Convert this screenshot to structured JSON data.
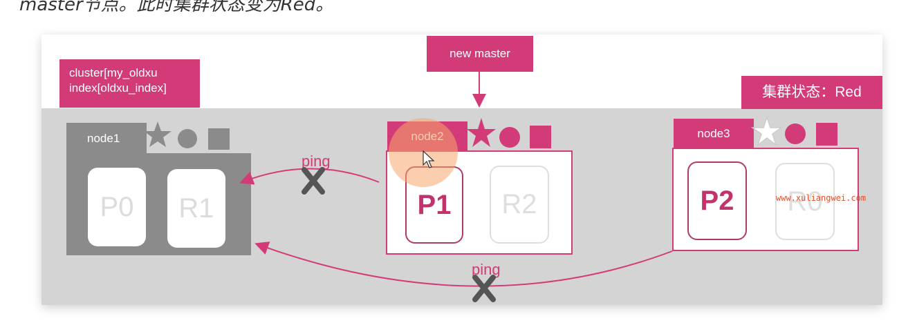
{
  "caption": "master节点。此时集群状态变为Red。",
  "cluster_label": {
    "line1": "cluster[my_oldxu",
    "line2": "index[oldxu_index]"
  },
  "new_master_label": "new master",
  "status_label": "集群状态：Red",
  "nodes": [
    {
      "name": "node1",
      "shards": [
        "P0",
        "R1"
      ]
    },
    {
      "name": "node2",
      "shards": [
        "P1",
        "R2"
      ]
    },
    {
      "name": "node3",
      "shards": [
        "P2",
        "R0"
      ]
    }
  ],
  "ping_labels": [
    "ping",
    "ping"
  ],
  "watermark": "www.xuliangwei.com",
  "colors": {
    "accent": "#d33a78",
    "node_down": "#8b8b8b",
    "band": "#d4d4d4",
    "x_mark": "#555555"
  },
  "icons": [
    "star-icon",
    "circle-icon",
    "square-icon",
    "x-mark-icon",
    "cursor-icon"
  ]
}
